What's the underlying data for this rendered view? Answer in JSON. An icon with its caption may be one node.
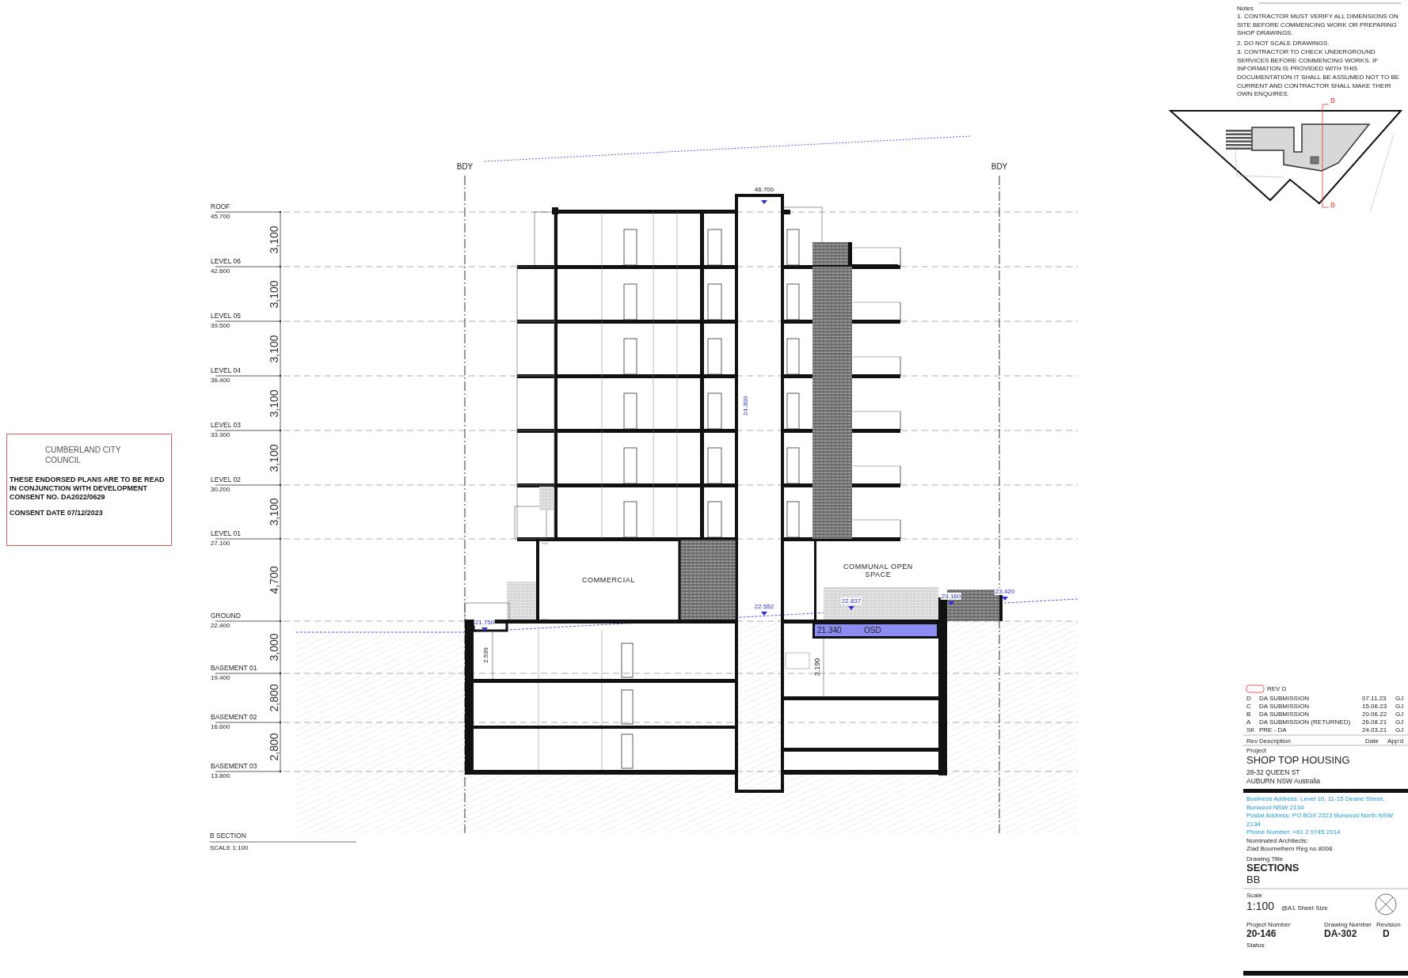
{
  "diagram": {
    "nodes": [
      {
        "text": [
          "CUMBERLAND CITY COUNCIL",
          "THESE ENDORSED PLANS ARE TO BE READ IN CONJUNCTION WITH DEVELOPMENT CONSENT NO. DA2022/0629",
          "CONSENT DATE 07/12/2023"
        ]
      },
      {
        "text": [
          "COMMERCIAL"
        ]
      },
      {
        "text": [
          "COMMUNAL OPEN SPACE"
        ]
      },
      {
        "text": [
          "21.340",
          "OSD"
        ]
      }
    ],
    "labels": [
      "Notes",
      "1. CONTRACTOR MUST VERIFY ALL DIMENSIONS ON SITE BEFORE COMMENCING WORK OR PREPARING SHOP DRAWINGS.",
      "2. DO NOT SCALE DRAWINGS.",
      "3. CONTRACTOR TO CHECK UNDERGROUND SERVICES BEFORE COMMENCING WORKS. IF INFORMATION IS PROVIDED WITH THIS DOCUMENTATION IT SHALL BE ASSUMED NOT TO BE CURRENT AND CONTRACTOR SHALL MAKE THEIR OWN ENQUIRES.",
      "B",
      "B",
      "BDY",
      "BDY",
      "46.700",
      "ROOF",
      "45.700",
      "LEVEL 06",
      "42.600",
      "LEVEL 05",
      "39.500",
      "LEVEL 04",
      "36.400",
      "LEVEL 03",
      "33.300",
      "LEVEL 02",
      "30.200",
      "LEVEL 01",
      "27.100",
      "GROUND",
      "22.400",
      "BASEMENT 01",
      "19.400",
      "BASEMENT 02",
      "16.600",
      "BASEMENT 03",
      "13.800",
      "3,100",
      "3,100",
      "3,100",
      "3,100",
      "3,100",
      "3,100",
      "4,700",
      "3,000",
      "2,800",
      "2,800",
      "24.300",
      "21.750",
      "22.552",
      "22.837",
      "23.160",
      "23.420",
      "2.539",
      "3.190",
      "B SECTION",
      "SCALE 1:100",
      "REV D",
      "D",
      "DA SUBMISSION",
      "07.11.23",
      "GJ",
      "C",
      "DA SUBMISSION",
      "15.06.23",
      "GJ",
      "B",
      "DA SUBMISSION",
      "20.06.22",
      "GJ",
      "A",
      "DA SUBMISSION (RETURNED)",
      "26.08.21",
      "GJ",
      "SK",
      "PRE - DA",
      "24.03.21",
      "GJ",
      "Rev",
      "Description",
      "Date",
      "App'd",
      "Project",
      "SHOP TOP HOUSING",
      "28-32 QUEEN ST",
      "AUBURN NSW Australia",
      "Business Address: Level 10, 11-15 Deane Street, Burwood NSW 2134",
      "Postal Address: PO BOX 2223 Burwood North NSW 2134",
      "Phone Number: +61 2 9745 2014",
      "Nominated Architects:",
      "Ziad Boumelhem Reg no 8008",
      "Drawing Title",
      "SECTIONS",
      "BB",
      "Scale",
      "1:100",
      "@A1 Sheet Size",
      "Project Number",
      "20-146",
      "Status",
      "Drawing Number",
      "DA-302",
      "Revision",
      "D"
    ]
  }
}
